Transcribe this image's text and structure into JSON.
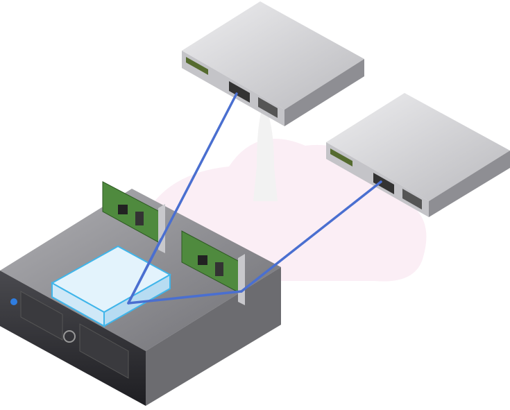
{
  "diagram": {
    "components": [
      {
        "id": "physical-switch-1",
        "icon": "network-switch-icon"
      },
      {
        "id": "physical-switch-2",
        "icon": "network-switch-icon"
      },
      {
        "id": "host-server",
        "icon": "server-icon"
      },
      {
        "id": "nic-1",
        "icon": "network-card-icon"
      },
      {
        "id": "nic-2",
        "icon": "network-card-icon"
      },
      {
        "id": "virtual-switch",
        "icon": "virtual-switch-icon"
      }
    ],
    "watermark_icon": "rocket-icon",
    "colors": {
      "link": "#4a6fd0",
      "switch_top": "#d9d9dc",
      "switch_front": "#b8b8bc",
      "server_top": "#8f8f94",
      "server_front": "#2c2c30",
      "nic_board": "#4f8a3e",
      "virtual_switch": "#cfe8f7",
      "virtual_switch_outline": "#3fb5ea",
      "watermark": "#fbeef5"
    }
  }
}
